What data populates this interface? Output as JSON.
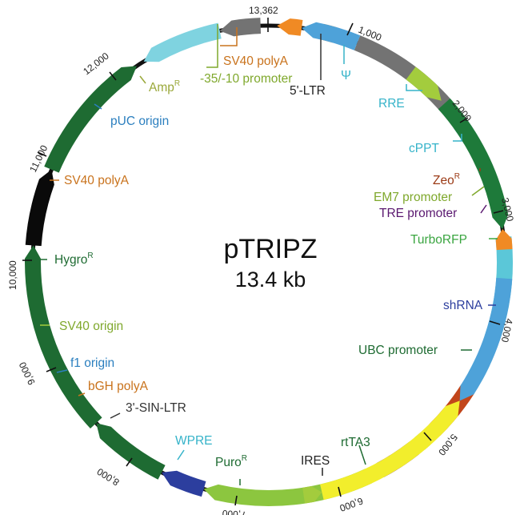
{
  "plasmid": {
    "name": "pTRIPZ",
    "size_label": "13.4 kb"
  },
  "features": [
    {
      "id": "sv40-polya-top",
      "color": "#f08a24",
      "start": 13.1,
      "end": 19.2,
      "dir": 1
    },
    {
      "id": "ltr-5",
      "color": "#737373",
      "start": 22.0,
      "end": 52.0,
      "dir": 1
    },
    {
      "id": "psi",
      "color": "#5bc7d8",
      "start": 54.0,
      "end": 62.0,
      "dir": 1
    },
    {
      "id": "rre",
      "color": "#5bc7d8",
      "start": 84.0,
      "end": 112.0,
      "dir": 1
    },
    {
      "id": "cppt",
      "color": "#5bc7d8",
      "start": 115.0,
      "end": 122.0,
      "dir": 1
    },
    {
      "id": "zeo",
      "color": "#c2461b",
      "start": 122.5,
      "end": 138.5,
      "dir": 1
    },
    {
      "id": "em7",
      "color": "#9acc47",
      "start": 138.5,
      "end": 142.0,
      "dir": 1
    },
    {
      "id": "tre",
      "color": "#6b1b86",
      "start": 142.0,
      "end": 155.0,
      "dir": 1
    },
    {
      "id": "turborfp",
      "color": "#8cc63f",
      "start": 155.0,
      "end": 196.0,
      "dir": 1
    },
    {
      "id": "shrna",
      "color": "#2c3e9e",
      "start": 196.0,
      "end": 207.0,
      "dir": 1
    },
    {
      "id": "ubc",
      "color": "#1e6b32",
      "start": 207.0,
      "end": 227.0,
      "dir": 1
    },
    {
      "id": "rtta3",
      "color": "#1e6b32",
      "start": 227.0,
      "end": 274.0,
      "dir": 1
    },
    {
      "id": "ires",
      "color": "#0a0a0a",
      "start": 274.0,
      "end": 293.0,
      "dir": 1
    },
    {
      "id": "puro",
      "color": "#1e6b32",
      "start": 293.0,
      "end": 326.0,
      "dir": 1
    },
    {
      "id": "wpre",
      "color": "#7fd3e0",
      "start": 328.0,
      "end": 348.0,
      "dir": -1
    },
    {
      "id": "ltr-3",
      "color": "#737373",
      "start": 348.0,
      "end": 358.0,
      "dir": -1
    },
    {
      "id": "bgh",
      "color": "#f08a24",
      "start": 2.0,
      "end": 8.0,
      "dir": -1
    },
    {
      "id": "f1",
      "color": "#4ea2d9",
      "start": 8.0,
      "end": 22.0,
      "dir": -1
    },
    {
      "id": "sv40-origin",
      "color": "#a3cc3d",
      "start": 37.0,
      "end": 47.0,
      "dir": 1
    },
    {
      "id": "hygro",
      "color": "#1e7a3a",
      "start": 48.0,
      "end": 82.0,
      "dir": 1
    },
    {
      "id": "sv40-polya-left",
      "color": "#f08a24",
      "start": 82.0,
      "end": 87.0,
      "dir": -1
    },
    {
      "id": "puc",
      "color": "#4ea2d9",
      "start": 94.0,
      "end": 126.0,
      "dir": 1
    },
    {
      "id": "ampr",
      "color": "#f2ee2c",
      "start": 126.0,
      "end": 167.0,
      "dir": -1
    },
    {
      "id": "promoter-35",
      "color": "#a3cc3d",
      "start": 167.0,
      "end": 171.5,
      "dir": -1
    }
  ],
  "labels": {
    "sv40_polya_top": "SV40 polyA",
    "promoter_35_10": "-35/-10 promoter",
    "ltr_5": "5'-LTR",
    "psi": "Ψ",
    "rre": "RRE",
    "cppt": "cPPT",
    "zeo": "Zeo",
    "zeo_sup": "R",
    "em7": "EM7 promoter",
    "tre": "TRE promoter",
    "turborfp": "TurboRFP",
    "shrna": "shRNA",
    "ubc": "UBC promoter",
    "rtta3": "rtTA3",
    "ires": "IRES",
    "puro": "Puro",
    "puro_sup": "R",
    "wpre": "WPRE",
    "ltr_3": "3'-SIN-LTR",
    "bgh": "bGH polyA",
    "f1": "f1 origin",
    "sv40_origin": "SV40 origin",
    "hygro": "Hygro",
    "hygro_sup": "R",
    "sv40_polya_left": "SV40 polyA",
    "puc": "pUC origin",
    "ampr": "Amp",
    "ampr_sup": "R"
  },
  "label_colors": {
    "orange": "#c9731d",
    "olive": "#7fa82c",
    "cyan": "#35b3c9",
    "rust": "#9b3a15",
    "purple": "#5a1870",
    "green": "#3aa540",
    "navy": "#2c3e9e",
    "dark_green": "#1e6b32",
    "dark": "#222222",
    "blue": "#2b7fbf",
    "amp": "#9aa83a"
  },
  "ticks": {
    "t13362": "13,362",
    "t1000": "1,000",
    "t2000": "2,000",
    "t3000": "3,000",
    "t4000": "4,000",
    "t5000": "5,000",
    "t6000": "6,000",
    "t7000": "7,000",
    "t8000": "8,000",
    "t9000": "9,000",
    "t10000": "10,000",
    "t11000": "11,000",
    "t12000": "12,000"
  }
}
